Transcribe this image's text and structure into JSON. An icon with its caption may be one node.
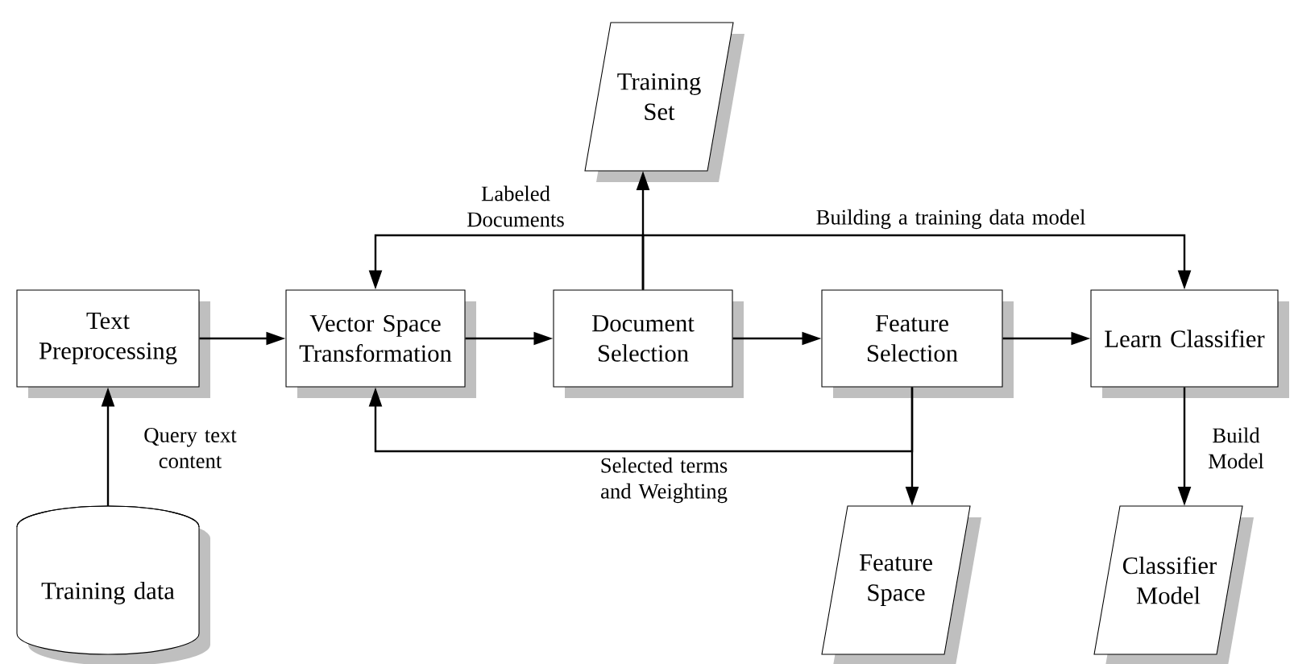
{
  "diagram": {
    "nodes": [
      {
        "text": [
          "Text Preprocessing"
        ]
      },
      {
        "text": [
          "Vector Space Transformation"
        ]
      },
      {
        "text": [
          "Document Selection"
        ]
      },
      {
        "text": [
          "Feature Selection"
        ]
      },
      {
        "text": [
          "Learn Classifier"
        ]
      },
      {
        "text": [
          "Training Set"
        ]
      },
      {
        "text": [
          "Feature Space"
        ]
      },
      {
        "text": [
          "Classifier Model"
        ]
      },
      {
        "text": [
          "Training data"
        ]
      }
    ],
    "edges": [
      {
        "from": 0,
        "to": 1,
        "arrow": "to"
      },
      {
        "from": 1,
        "to": 2,
        "arrow": "to"
      },
      {
        "from": 2,
        "to": 3,
        "arrow": "to"
      },
      {
        "from": 3,
        "to": 4,
        "arrow": "to"
      },
      {
        "from": 2,
        "to": 5,
        "arrow": "to"
      },
      {
        "from": 2,
        "to": 1,
        "arrow": "to",
        "label": "Labeled Documents"
      },
      {
        "from": 2,
        "to": 4,
        "arrow": "to",
        "label": "Building a training data model"
      },
      {
        "from": 8,
        "to": 0,
        "arrow": "to",
        "label": "Query text content"
      },
      {
        "from": 3,
        "to": 1,
        "arrow": "to",
        "label": "Selected terms and Weighting"
      },
      {
        "from": 3,
        "to": 6,
        "arrow": "to"
      },
      {
        "from": 4,
        "to": 7,
        "arrow": "to",
        "label": "Build Model"
      }
    ]
  }
}
